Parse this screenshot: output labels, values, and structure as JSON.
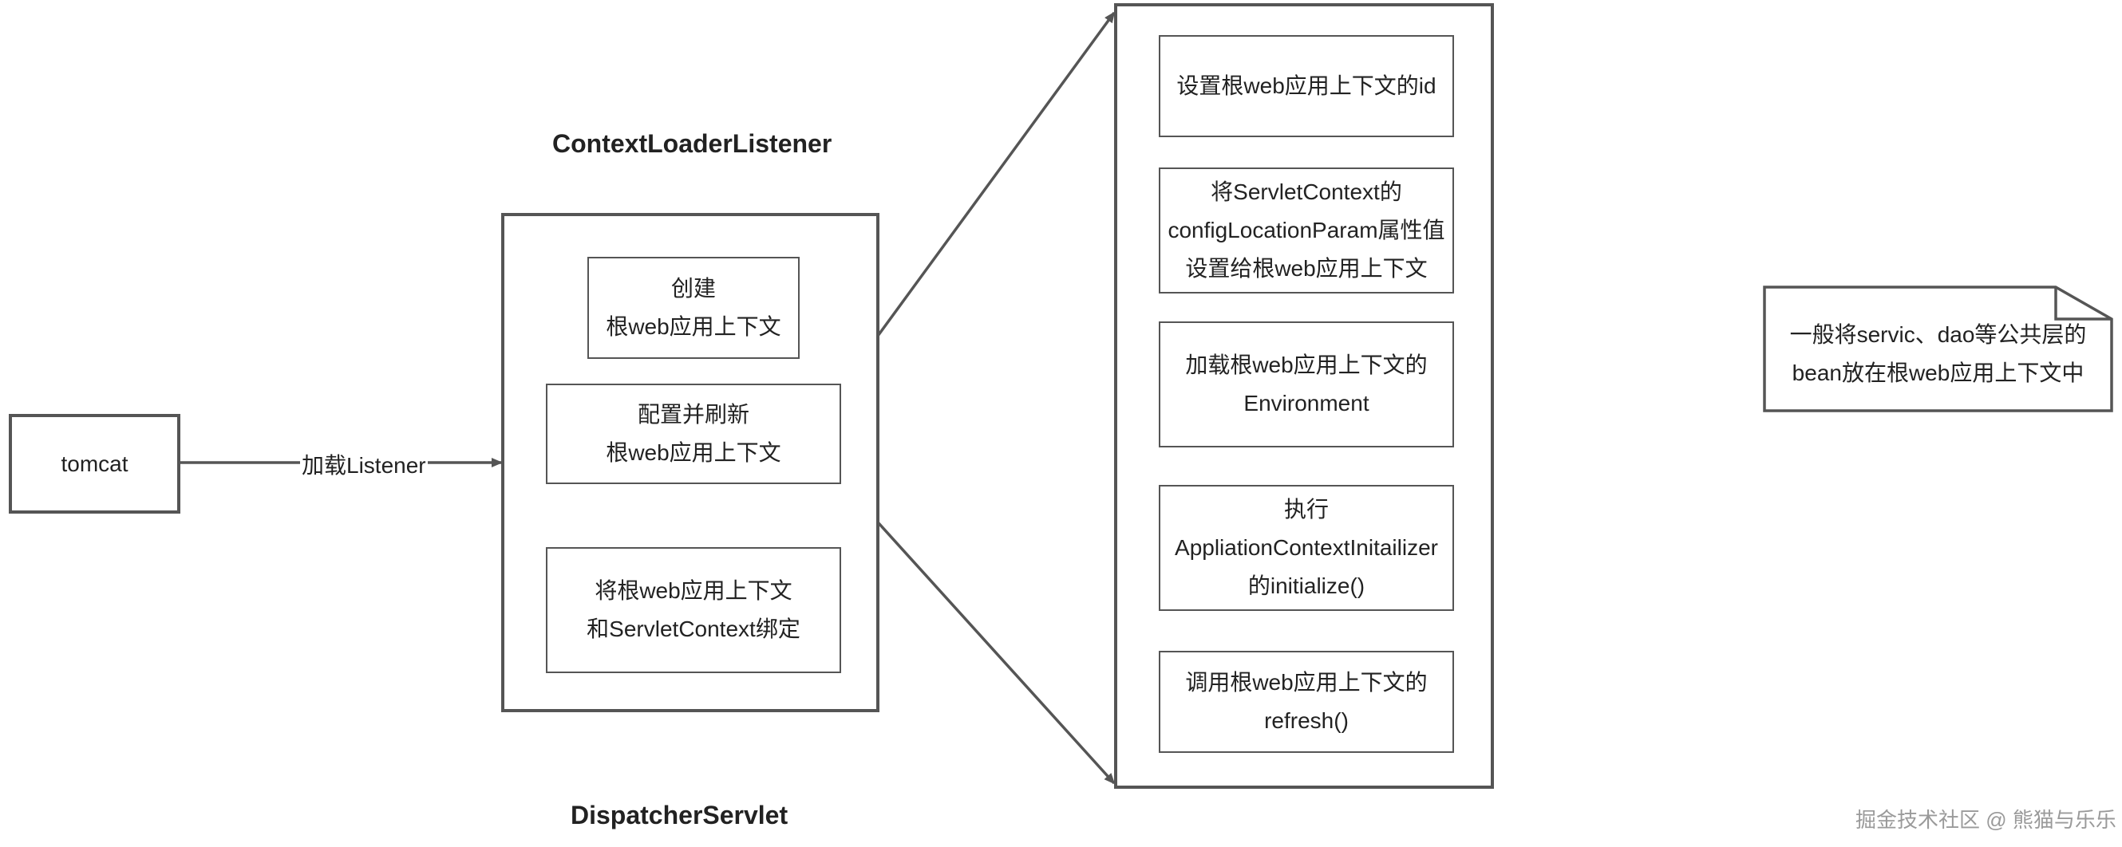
{
  "diagram": {
    "tomcat": "tomcat",
    "edge_label": "加载Listener",
    "titles": {
      "top": "ContextLoaderListener",
      "bottom": "DispatcherServlet"
    },
    "middle_steps": [
      {
        "line1": "创建",
        "line2": "根web应用上下文"
      },
      {
        "line1": "配置并刷新",
        "line2": "根web应用上下文"
      },
      {
        "line1": "将根web应用上下文",
        "line2": "和ServletContext绑定"
      }
    ],
    "detail_steps": [
      {
        "lines": [
          "设置根web应用上下文的id"
        ]
      },
      {
        "lines": [
          "将ServletContext的",
          "configLocationParam属性值",
          "设置给根web应用上下文"
        ]
      },
      {
        "lines": [
          "加载根web应用上下文的",
          "Environment"
        ]
      },
      {
        "lines": [
          "执行",
          "AppliationContextInitailizer",
          "的initialize()"
        ]
      },
      {
        "lines": [
          "调用根web应用上下文的",
          "refresh()"
        ]
      }
    ],
    "note": {
      "line1": "一般将servic、dao等公共层的",
      "line2": "bean放在根web应用上下文中"
    }
  },
  "watermark": "掘金技术社区 @ 熊猫与乐乐",
  "colors": {
    "stroke": "#555555",
    "text": "#222222",
    "watermark": "#9a9a9a"
  }
}
